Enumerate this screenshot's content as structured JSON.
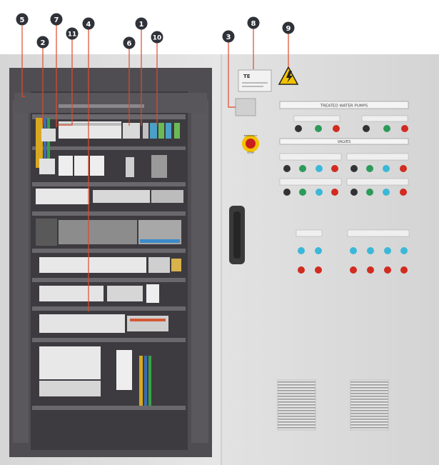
{
  "callouts": [
    {
      "id": "5",
      "label": "5"
    },
    {
      "id": "2",
      "label": "2"
    },
    {
      "id": "7",
      "label": "7"
    },
    {
      "id": "11",
      "label": "11"
    },
    {
      "id": "4",
      "label": "4"
    },
    {
      "id": "1",
      "label": "1"
    },
    {
      "id": "6",
      "label": "6"
    },
    {
      "id": "10",
      "label": "10"
    },
    {
      "id": "3",
      "label": "3"
    },
    {
      "id": "8",
      "label": "8"
    },
    {
      "id": "9",
      "label": "9"
    }
  ],
  "door": {
    "logo_text": "TE",
    "treated_water_pumps": "TREATED WATER PUMPS",
    "valves": "VALVES",
    "estop_top": "EMERGENCY",
    "estop_bottom": "STOP"
  }
}
